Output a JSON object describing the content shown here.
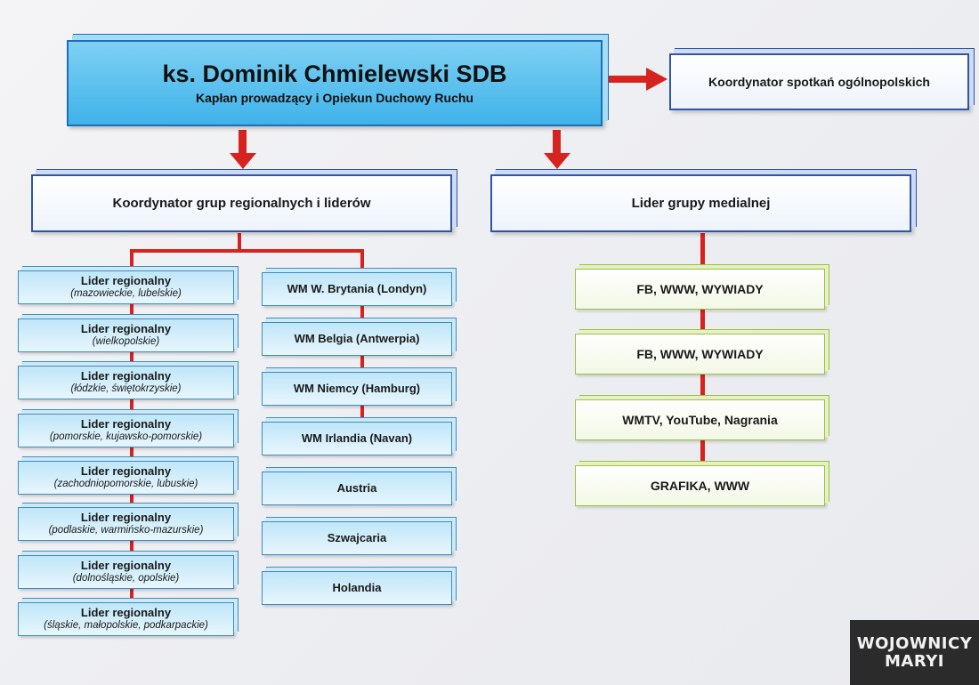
{
  "top": {
    "name": "ks. Dominik Chmielewski SDB",
    "role": "Kapłan prowadzący i Opiekun Duchowy Ruchu"
  },
  "national_coordinator": "Koordynator spotkań ogólnopolskich",
  "regional_coordinator": "Koordynator grup regionalnych i liderów",
  "media_leader": "Lider grupy medialnej",
  "regional_leaders": [
    {
      "title": "Lider regionalny",
      "area": "(mazowieckie, lubelskie)"
    },
    {
      "title": "Lider regionalny",
      "area": "(wielkopolskie)"
    },
    {
      "title": "Lider regionalny",
      "area": "(łódzkie, świętokrzyskie)"
    },
    {
      "title": "Lider regionalny",
      "area": "(pomorskie, kujawsko-pomorskie)"
    },
    {
      "title": "Lider regionalny",
      "area": "(zachodniopomorskie, lubuskie)"
    },
    {
      "title": "Lider regionalny",
      "area": "(podlaskie, warmińsko-mazurskie)"
    },
    {
      "title": "Lider regionalny",
      "area": "(dolnośląskie, opolskie)"
    },
    {
      "title": "Lider regionalny",
      "area": "(śląskie, małopolskie, podkarpackie)"
    }
  ],
  "abroad_groups": [
    "WM W. Brytania (Londyn)",
    "WM Belgia (Antwerpia)",
    "WM Niemcy (Hamburg)",
    "WM Irlandia (Navan)",
    "Austria",
    "Szwajcaria",
    "Holandia"
  ],
  "media_groups": [
    "FB, WWW, WYWIADY",
    "FB, WWW, WYWIADY",
    "WMTV, YouTube, Nagrania",
    "GRAFIKA, WWW"
  ],
  "logo": {
    "line1": "WOJOWNICY",
    "line2": "MARYI"
  },
  "colors": {
    "connector": "#d6231f",
    "top_box": "#3fb3ea",
    "border_blue": "#2f55a8",
    "border_green": "#9bc23c"
  }
}
